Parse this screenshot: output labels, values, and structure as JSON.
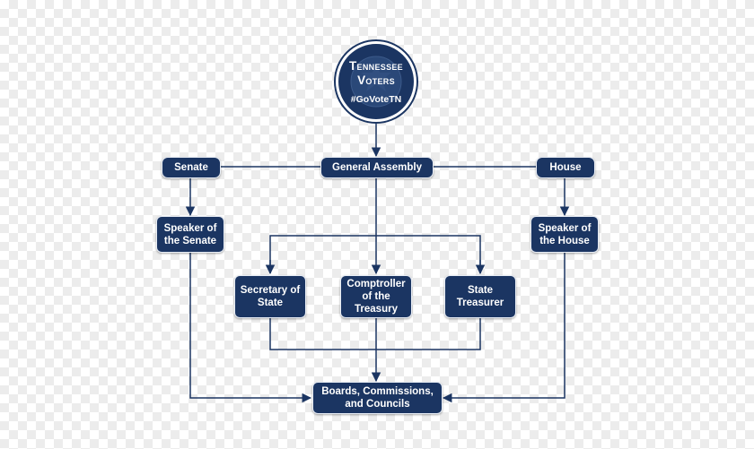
{
  "logo": {
    "title": "Tennessee\nVoters",
    "hashtag": "#GoVoteTN"
  },
  "colors": {
    "node_fill": "#1b3562",
    "line": "#1b3562"
  },
  "nodes": {
    "general_assembly": "General Assembly",
    "senate": "Senate",
    "house": "House",
    "speaker_senate": "Speaker of\nthe Senate",
    "speaker_house": "Speaker of\nthe House",
    "secretary_of_state": "Secretary of\nState",
    "comptroller": "Comptroller\nof the\nTreasury",
    "state_treasurer": "State\nTreasurer",
    "boards": "Boards, Commissions,\nand Councils"
  }
}
